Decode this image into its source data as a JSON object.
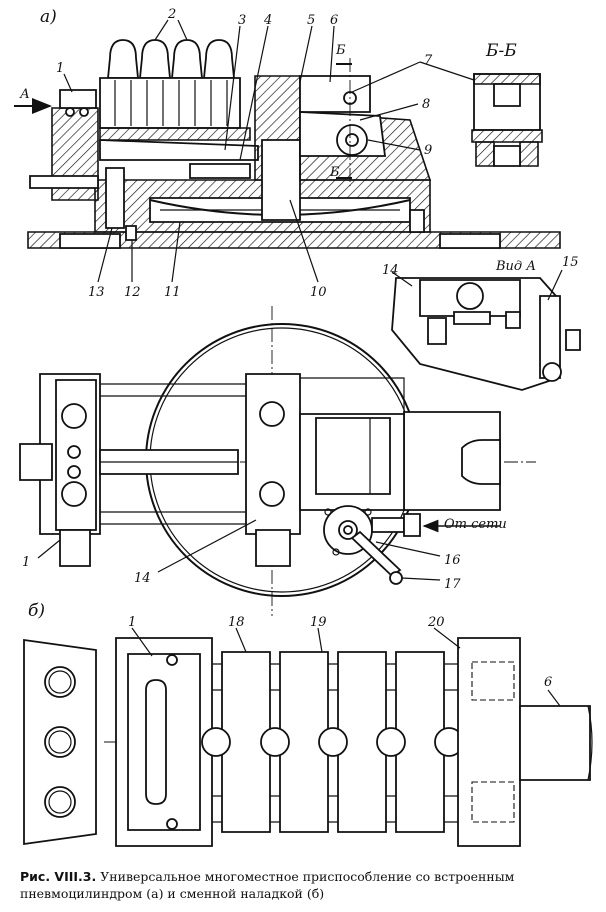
{
  "figure": {
    "caption_prefix": "Рис. VIII.3.",
    "caption_text": "Универсальное многоместное приспособление со встроенным пневмоцилиндром (а) и сменной наладкой (б)"
  },
  "labels": {
    "view_a": "а)",
    "view_b": "б)",
    "section": "Б-Б",
    "view_a_detail": "Вид А",
    "arrow_a": "А",
    "cut_mark": "Б",
    "air_supply": "От сети",
    "n1": "1",
    "n2": "2",
    "n3": "3",
    "n4": "4",
    "n5": "5",
    "n6": "6",
    "n7": "7",
    "n8": "8",
    "n9": "9",
    "n10": "10",
    "n11": "11",
    "n12": "12",
    "n13": "13",
    "n14": "14",
    "n15": "15",
    "n16": "16",
    "n17": "17",
    "n18": "18",
    "n19": "19",
    "n20": "20"
  }
}
